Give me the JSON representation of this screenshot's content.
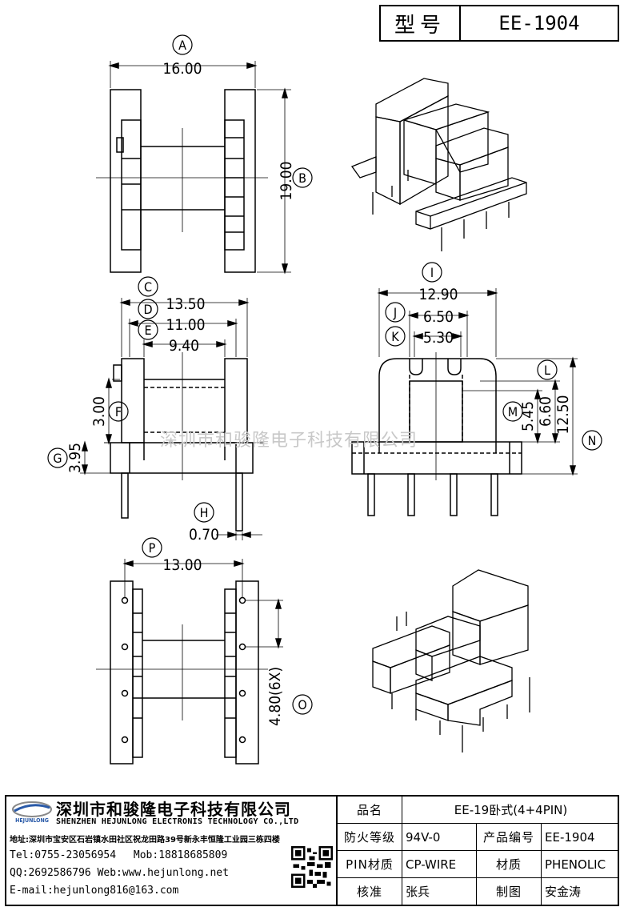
{
  "title": {
    "label": "型号",
    "value": "EE-1904"
  },
  "dimensions": {
    "A": {
      "letter": "A",
      "value": "16.00"
    },
    "B": {
      "letter": "B",
      "value": "19.00"
    },
    "C": {
      "letter": "C",
      "value": "13.50"
    },
    "D": {
      "letter": "D",
      "value": "11.00"
    },
    "E": {
      "letter": "E",
      "value": "9.40"
    },
    "F": {
      "letter": "F",
      "value": "3.00"
    },
    "G": {
      "letter": "G",
      "value": "3.95"
    },
    "H": {
      "letter": "H",
      "value": "0.70"
    },
    "I": {
      "letter": "I",
      "value": "12.90"
    },
    "J": {
      "letter": "J",
      "value": "6.50"
    },
    "K": {
      "letter": "K",
      "value": "5.30"
    },
    "L": {
      "letter": "L",
      "value": "5.45"
    },
    "M": {
      "letter": "M",
      "value": "6.60"
    },
    "N": {
      "letter": "N",
      "value": "12.50"
    },
    "P": {
      "letter": "P",
      "value": "13.00"
    },
    "O": {
      "letter": "O",
      "value": "4.80(6X)"
    }
  },
  "watermark": "深圳市和骏隆电子科技有限公司",
  "company": {
    "logo_text": "HEJUNLONG",
    "name_cn": "深圳市和骏隆电子科技有限公司",
    "name_en": "SHENZHEN HEJUNLONG ELECTRONIS TECHNOLOGY CO.,LTD",
    "address": "地址:深圳市宝安区石岩镇水田社区祝龙田路39号新永丰恒隆工业园三栋四楼",
    "tel": "Tel:0755-23056954",
    "mob": "Mob:18818685809",
    "qq_web": "QQ:2692586796 Web:www.hejunlong.net",
    "email": "E-mail:hejunlong816@163.com"
  },
  "spec": {
    "product_name_label": "品名",
    "product_name": "EE-19卧式(4+4PIN)",
    "fire_label": "防火等级",
    "fire_value": "94V-0",
    "code_label": "产品编号",
    "code_value": "EE-1904",
    "pin_label": "PIN材质",
    "pin_value": "CP-WIRE",
    "material_label": "材质",
    "material_value": "PHENOLIC",
    "check_label": "核准",
    "check_value": "张兵",
    "draw_label": "制图",
    "draw_value": "安金涛"
  }
}
